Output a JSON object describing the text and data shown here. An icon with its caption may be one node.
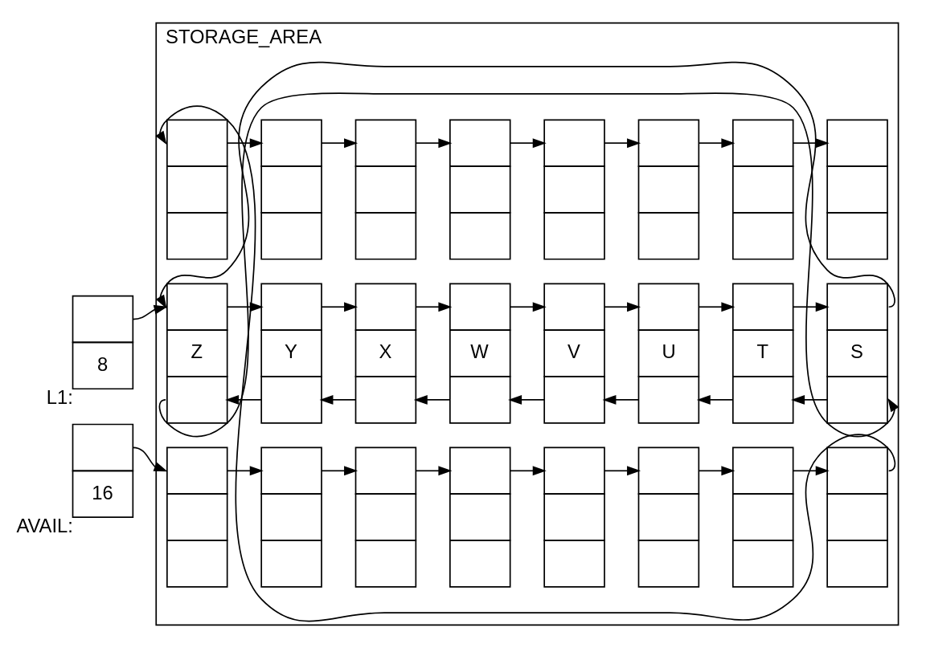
{
  "diagram": {
    "nodes": [
      {
        "text": [
          "STORAGE_AREA"
        ]
      },
      {
        "text": [
          "8"
        ],
        "beside": [
          "L1:"
        ]
      },
      {
        "text": [
          "Z"
        ],
        "in": 0
      },
      {
        "text": [
          "Y"
        ],
        "in": 0
      },
      {
        "text": [
          "X"
        ],
        "in": 0
      },
      {
        "text": [
          "W"
        ],
        "in": 0
      },
      {
        "text": [
          "V"
        ],
        "in": 0
      },
      {
        "text": [
          "U"
        ],
        "in": 0
      },
      {
        "text": [
          "T"
        ],
        "in": 0
      },
      {
        "text": [
          "S"
        ],
        "in": 0
      },
      {
        "text": [
          "16"
        ],
        "beside": [
          "AVAIL:"
        ]
      },
      {
        "text": [],
        "shape": "box",
        "in": 0
      },
      {
        "text": [],
        "shape": "box",
        "in": 0
      },
      {
        "text": [],
        "shape": "box",
        "in": 0
      },
      {
        "text": [],
        "shape": "box",
        "in": 0
      },
      {
        "text": [],
        "shape": "box",
        "in": 0
      },
      {
        "text": [],
        "shape": "box",
        "in": 0
      },
      {
        "text": [],
        "shape": "box",
        "in": 0
      },
      {
        "text": [],
        "shape": "box",
        "in": 0
      },
      {
        "text": [],
        "shape": "box",
        "in": 0
      },
      {
        "text": [],
        "shape": "box",
        "in": 0
      },
      {
        "text": [],
        "shape": "box",
        "in": 0
      },
      {
        "text": [],
        "shape": "box",
        "in": 0
      },
      {
        "text": [],
        "shape": "box",
        "in": 0
      },
      {
        "text": [],
        "shape": "box",
        "in": 0
      },
      {
        "text": [],
        "shape": "box",
        "in": 0
      },
      {
        "text": [],
        "shape": "box",
        "in": 0
      }
    ],
    "edges": [
      {
        "from": 1,
        "to": 2,
        "arrow": "to"
      },
      {
        "from": 2,
        "to": 3,
        "arrow": "to"
      },
      {
        "from": 3,
        "to": 4,
        "arrow": "to"
      },
      {
        "from": 4,
        "to": 5,
        "arrow": "to"
      },
      {
        "from": 5,
        "to": 6,
        "arrow": "to"
      },
      {
        "from": 6,
        "to": 7,
        "arrow": "to"
      },
      {
        "from": 7,
        "to": 8,
        "arrow": "to"
      },
      {
        "from": 8,
        "to": 9,
        "arrow": "to"
      },
      {
        "from": 9,
        "to": 2,
        "arrow": "to"
      },
      {
        "from": 9,
        "to": 8,
        "arrow": "to"
      },
      {
        "from": 8,
        "to": 7,
        "arrow": "to"
      },
      {
        "from": 7,
        "to": 6,
        "arrow": "to"
      },
      {
        "from": 6,
        "to": 5,
        "arrow": "to"
      },
      {
        "from": 5,
        "to": 4,
        "arrow": "to"
      },
      {
        "from": 4,
        "to": 3,
        "arrow": "to"
      },
      {
        "from": 3,
        "to": 2,
        "arrow": "to"
      },
      {
        "from": 2,
        "to": 9,
        "arrow": "to"
      },
      {
        "from": 10,
        "to": 11,
        "arrow": "to"
      },
      {
        "from": 11,
        "to": 12,
        "arrow": "to"
      },
      {
        "from": 12,
        "to": 13,
        "arrow": "to"
      },
      {
        "from": 13,
        "to": 14,
        "arrow": "to"
      },
      {
        "from": 14,
        "to": 15,
        "arrow": "to"
      },
      {
        "from": 15,
        "to": 16,
        "arrow": "to"
      },
      {
        "from": 16,
        "to": 17,
        "arrow": "to"
      },
      {
        "from": 17,
        "to": 18,
        "arrow": "to"
      },
      {
        "from": 18,
        "to": 19,
        "arrow": "to"
      },
      {
        "from": 19,
        "to": 20,
        "arrow": "to"
      },
      {
        "from": 20,
        "to": 21,
        "arrow": "to"
      },
      {
        "from": 21,
        "to": 22,
        "arrow": "to"
      },
      {
        "from": 22,
        "to": 23,
        "arrow": "to"
      },
      {
        "from": 23,
        "to": 24,
        "arrow": "to"
      },
      {
        "from": 24,
        "to": 25,
        "arrow": "to"
      },
      {
        "from": 25,
        "to": 26,
        "arrow": "to"
      }
    ]
  }
}
